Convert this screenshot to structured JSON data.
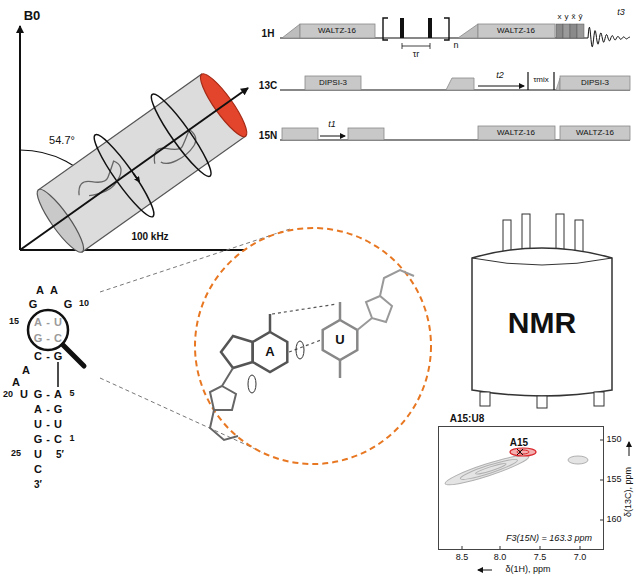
{
  "diagram": {
    "nodes": [
      {
        "text": [
          "A",
          "U"
        ]
      },
      {
        "text": [
          "NMR"
        ]
      },
      {
        "text": [
          "A15:U8",
          "A15",
          "F3(15N) = 163.3 ppm"
        ]
      }
    ],
    "labels": [
      "B0",
      "54.7°",
      "100 kHz",
      "1H",
      "13C",
      "15N",
      "WALTZ-16",
      "τr",
      "n",
      "WALTZ-16",
      "x",
      "y",
      "x̄",
      "ȳ",
      "t3",
      "DIPSI-3",
      "t2",
      "τmix",
      "DIPSI-3",
      "t1",
      "WALTZ-16",
      "WALTZ-16",
      "A",
      "A",
      "G",
      "G",
      "10",
      "15",
      "A",
      "-",
      "U",
      "G",
      "-",
      "C",
      "C",
      "-",
      "G",
      "A",
      "A",
      "20",
      "U",
      "G",
      "-",
      "A",
      "5",
      "A",
      "-",
      "G",
      "U",
      "-",
      "U",
      "G",
      "-",
      "C",
      "1",
      "25",
      "U",
      "5′",
      "C",
      "3′",
      "8.5",
      "8.0",
      "7.5",
      "7.0",
      "δ(1H), ppm",
      "150",
      "155",
      "160",
      "δ(13C), ppm"
    ]
  }
}
